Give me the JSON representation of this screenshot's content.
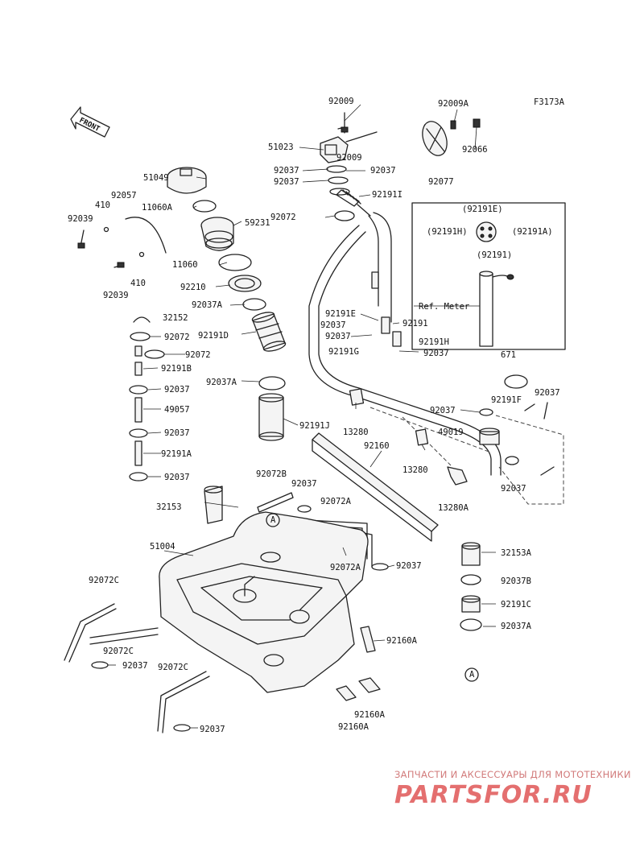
{
  "diagram_code": "F3173A",
  "front_label": "FRONT",
  "labels": [
    {
      "id": "l1",
      "text": "92009"
    },
    {
      "id": "l2",
      "text": "92009A"
    },
    {
      "id": "l3",
      "text": "51023"
    },
    {
      "id": "l4",
      "text": "92066"
    },
    {
      "id": "l5",
      "text": "92009"
    },
    {
      "id": "l6",
      "text": "92037"
    },
    {
      "id": "l7",
      "text": "92037"
    },
    {
      "id": "l8",
      "text": "92037"
    },
    {
      "id": "l9",
      "text": "92077"
    },
    {
      "id": "l10",
      "text": "92191I"
    },
    {
      "id": "l11",
      "text": "51049"
    },
    {
      "id": "l12",
      "text": "92057"
    },
    {
      "id": "l13",
      "text": "410"
    },
    {
      "id": "l14",
      "text": "11060A"
    },
    {
      "id": "l15",
      "text": "92039"
    },
    {
      "id": "l16",
      "text": "92072"
    },
    {
      "id": "l17",
      "text": "59231"
    },
    {
      "id": "l18",
      "text": "(92191E)"
    },
    {
      "id": "l19",
      "text": "(92191H)"
    },
    {
      "id": "l20",
      "text": "(92191A)"
    },
    {
      "id": "l21",
      "text": "(92191)"
    },
    {
      "id": "l22",
      "text": "11060"
    },
    {
      "id": "l23",
      "text": "410"
    },
    {
      "id": "l24",
      "text": "92039"
    },
    {
      "id": "l25",
      "text": "92210"
    },
    {
      "id": "l26",
      "text": "92037A"
    },
    {
      "id": "l27",
      "text": "Ref. Meter"
    },
    {
      "id": "l28",
      "text": "92191E"
    },
    {
      "id": "l29",
      "text": "32152"
    },
    {
      "id": "l30",
      "text": "92037"
    },
    {
      "id": "l31",
      "text": "92191"
    },
    {
      "id": "l32",
      "text": "92072"
    },
    {
      "id": "l33",
      "text": "92191D"
    },
    {
      "id": "l34",
      "text": "92037"
    },
    {
      "id": "l35",
      "text": "92191H"
    },
    {
      "id": "l36",
      "text": "92072"
    },
    {
      "id": "l37",
      "text": "92191G"
    },
    {
      "id": "l38",
      "text": "92037"
    },
    {
      "id": "l39",
      "text": "92191B"
    },
    {
      "id": "l40",
      "text": "671"
    },
    {
      "id": "l41",
      "text": "92037"
    },
    {
      "id": "l42",
      "text": "92037A"
    },
    {
      "id": "l43",
      "text": "92037"
    },
    {
      "id": "l44",
      "text": "92191F"
    },
    {
      "id": "l45",
      "text": "49057"
    },
    {
      "id": "l46",
      "text": "92037"
    },
    {
      "id": "l47",
      "text": "13280"
    },
    {
      "id": "l48",
      "text": "49019"
    },
    {
      "id": "l49",
      "text": "92037"
    },
    {
      "id": "l50",
      "text": "92191J"
    },
    {
      "id": "l51",
      "text": "92160"
    },
    {
      "id": "l52",
      "text": "92191A"
    },
    {
      "id": "l53",
      "text": "13280"
    },
    {
      "id": "l54",
      "text": "92037"
    },
    {
      "id": "l55",
      "text": "92037"
    },
    {
      "id": "l56",
      "text": "92072B"
    },
    {
      "id": "l57",
      "text": "92037"
    },
    {
      "id": "l58",
      "text": "13280A"
    },
    {
      "id": "l59",
      "text": "32153"
    },
    {
      "id": "l60",
      "text": "92072A"
    },
    {
      "id": "l61",
      "text": "A"
    },
    {
      "id": "l62",
      "text": "51004"
    },
    {
      "id": "l63",
      "text": "32153A"
    },
    {
      "id": "l64",
      "text": "92072A"
    },
    {
      "id": "l65",
      "text": "92037"
    },
    {
      "id": "l66",
      "text": "92072C"
    },
    {
      "id": "l67",
      "text": "92037B"
    },
    {
      "id": "l68",
      "text": "92191C"
    },
    {
      "id": "l69",
      "text": "92037A"
    },
    {
      "id": "l70",
      "text": "92160A"
    },
    {
      "id": "l71",
      "text": "92072C"
    },
    {
      "id": "l72",
      "text": "92037"
    },
    {
      "id": "l73",
      "text": "A"
    },
    {
      "id": "l74",
      "text": "92072C"
    },
    {
      "id": "l75",
      "text": "92160A"
    },
    {
      "id": "l76",
      "text": "92160A"
    },
    {
      "id": "l77",
      "text": "92037"
    }
  ],
  "watermark": {
    "line1": "ЗАПЧАСТИ И АКСЕССУАРЫ ДЛЯ МОТОТЕХНИКИ",
    "line2": "PARTSFOR.RU",
    "color": "#e46f6f"
  }
}
